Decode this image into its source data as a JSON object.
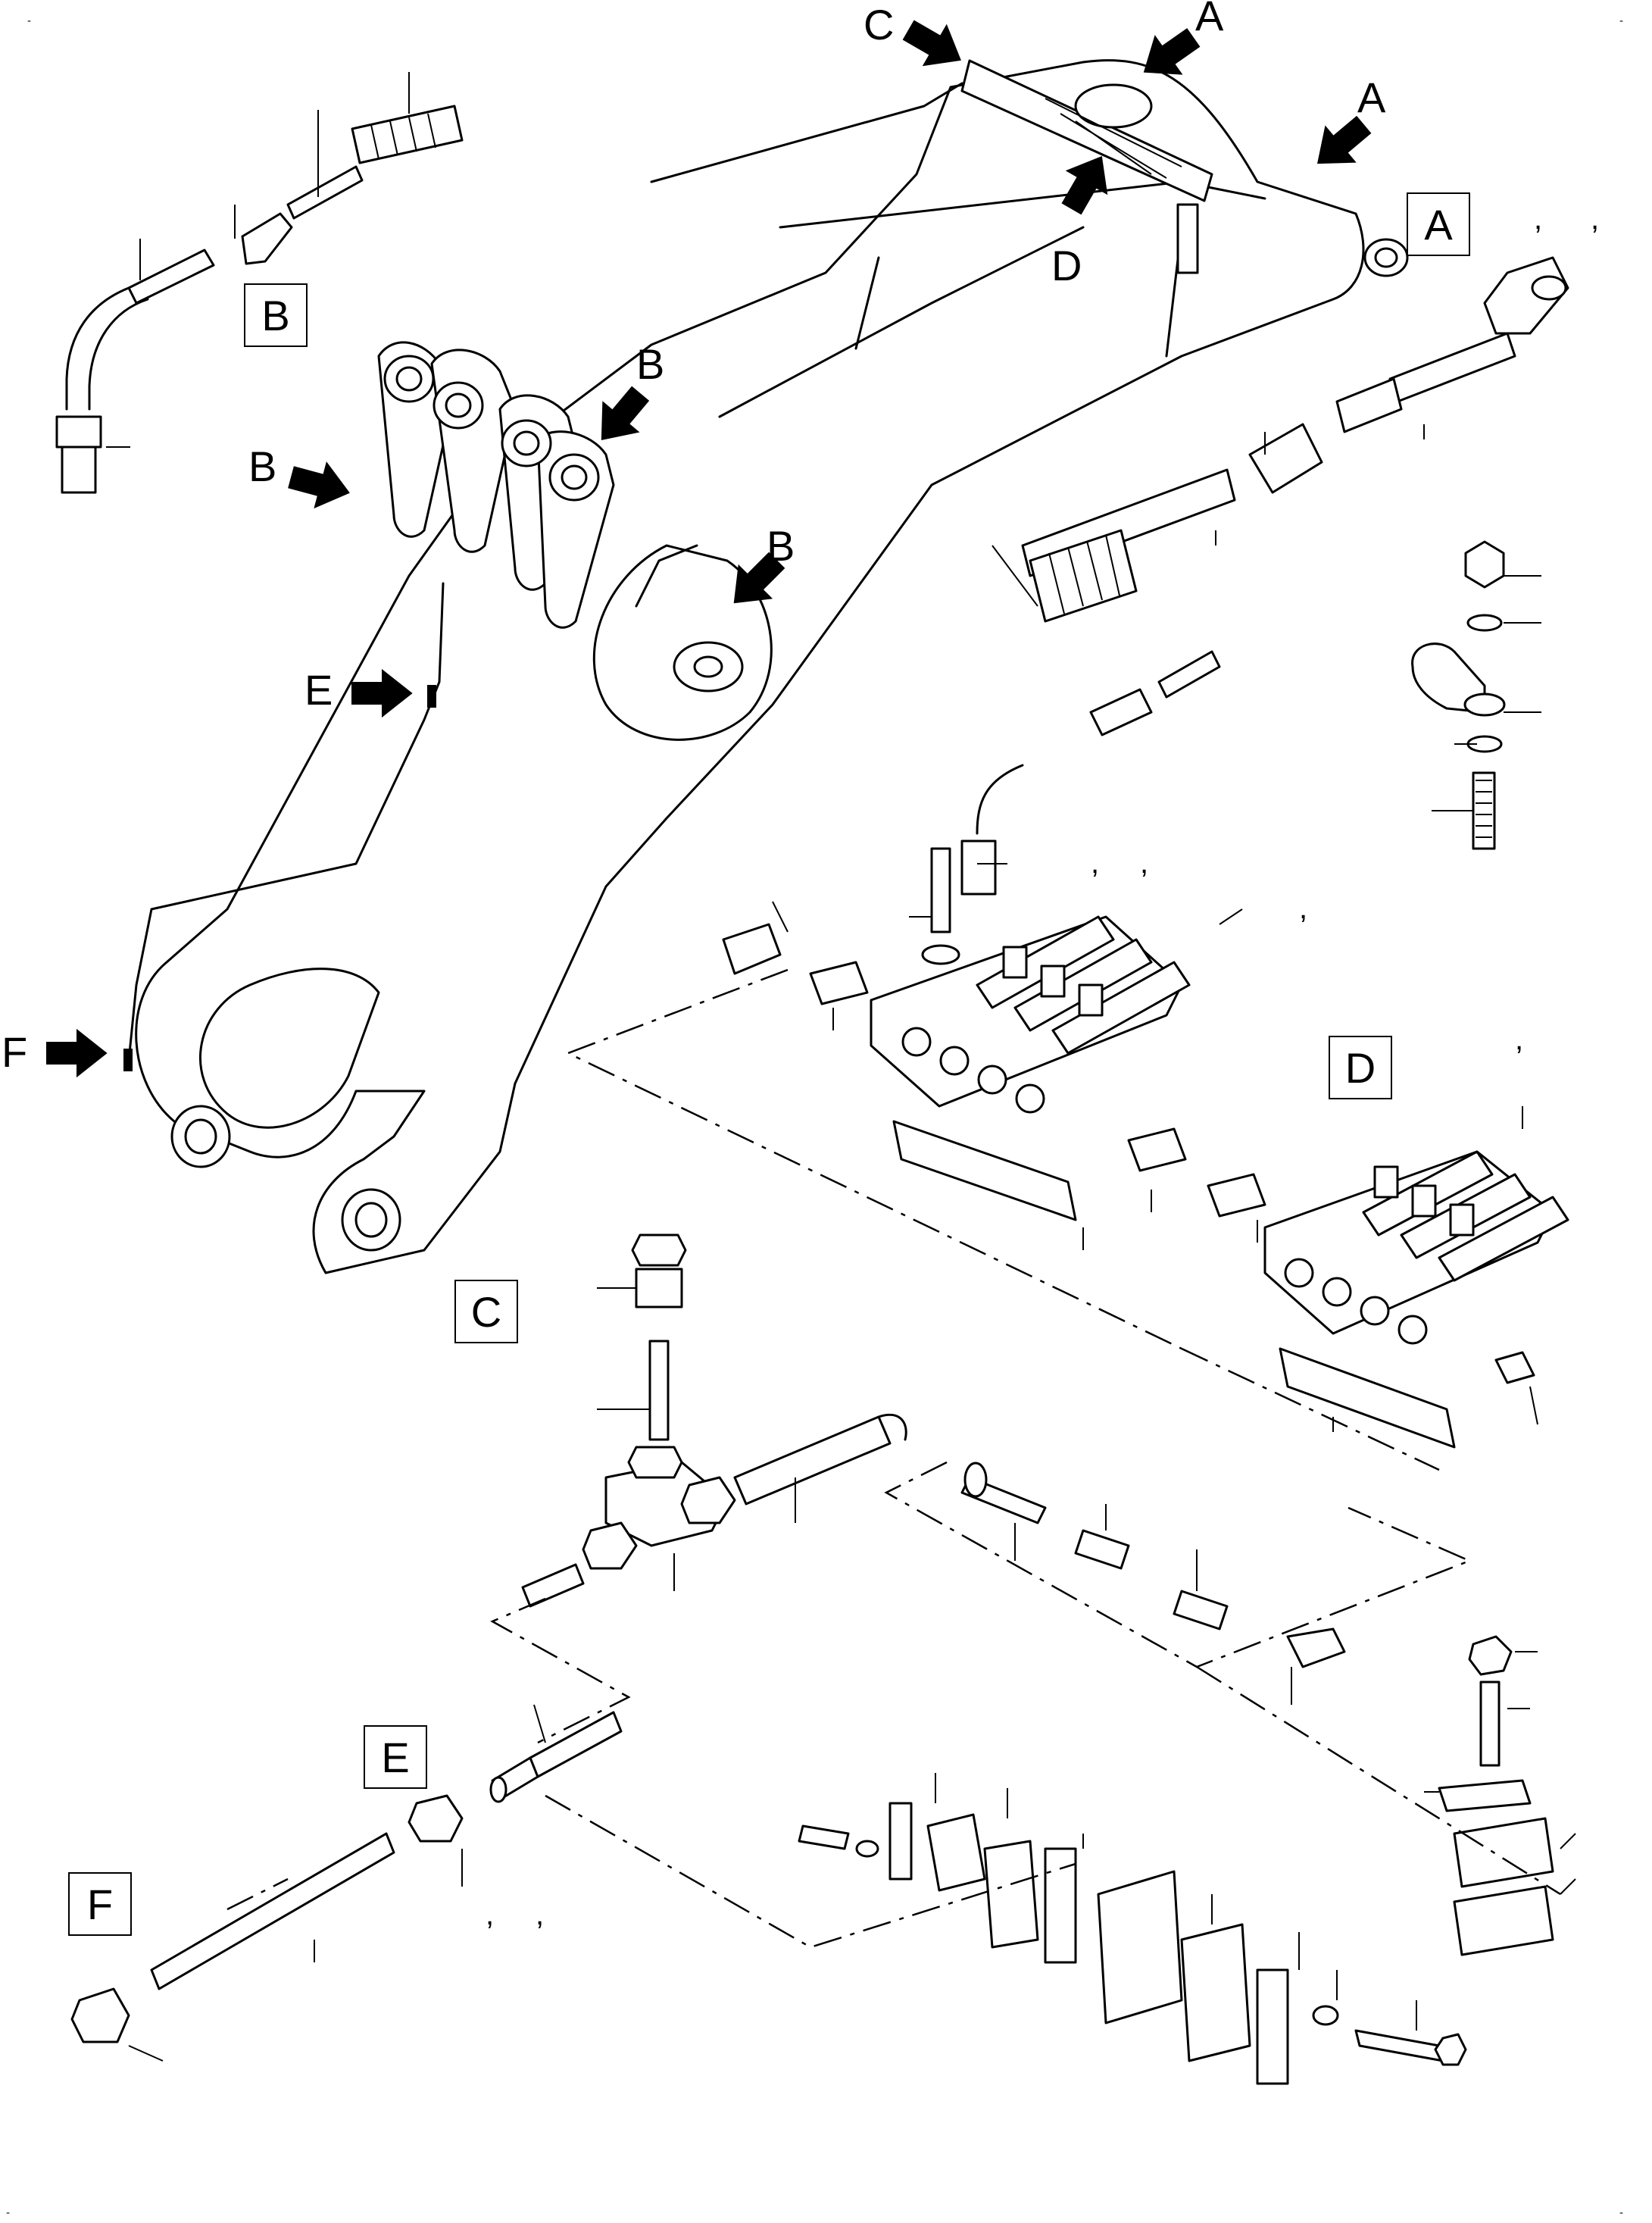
{
  "callouts": {
    "arrow_labels": {
      "c_top": "C",
      "a_top": "A",
      "a_right": "A",
      "d_top": "D",
      "b_upper_left": "B",
      "b_upper_mid": "B",
      "b_mid_low": "B",
      "e_left": "E",
      "f_left": "F"
    },
    "detail_boxes": {
      "a": "A",
      "b": "B",
      "c": "C",
      "d": "D",
      "e": "E",
      "f": "F"
    }
  },
  "separators": {
    "comma": ","
  },
  "edge_marks": {
    "dash": "-"
  }
}
